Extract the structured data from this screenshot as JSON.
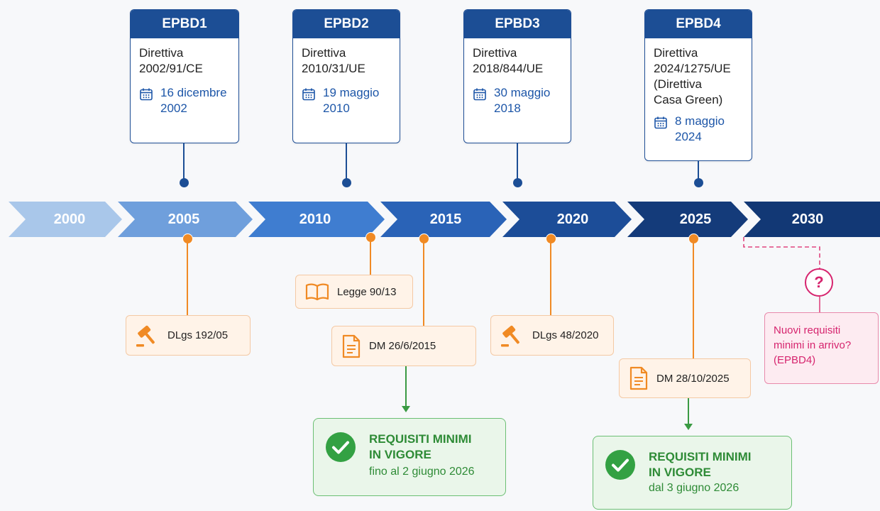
{
  "timeline": {
    "years": [
      "2000",
      "2005",
      "2010",
      "2015",
      "2020",
      "2025",
      "2030"
    ],
    "colors": [
      "#a9c7ea",
      "#6f9fdc",
      "#3f7dd0",
      "#2a63b7",
      "#1c4d98",
      "#143b7a",
      "#123875"
    ]
  },
  "epbd": [
    {
      "title": "EPBD1",
      "directive": "Direttiva\n2002/91/CE",
      "date": "16 dicembre\n2002"
    },
    {
      "title": "EPBD2",
      "directive": "Direttiva\n2010/31/UE",
      "date": "19 maggio\n2010"
    },
    {
      "title": "EPBD3",
      "directive": "Direttiva\n2018/844/UE",
      "date": "30 maggio\n2018"
    },
    {
      "title": "EPBD4",
      "directive": "Direttiva\n2024/1275/UE\n(Direttiva\nCasa Green)",
      "date": "8 maggio\n2024"
    }
  ],
  "laws": [
    {
      "label": "DLgs 192/05",
      "icon": "gavel-icon"
    },
    {
      "label": "Legge 90/13",
      "icon": "book-icon"
    },
    {
      "label": "DM 26/6/2015",
      "icon": "document-icon"
    },
    {
      "label": "DLgs 48/2020",
      "icon": "gavel-icon"
    },
    {
      "label": "DM 28/10/2025",
      "icon": "document-icon"
    }
  ],
  "requirements": [
    {
      "title": "REQUISITI MINIMI\nIN VIGORE",
      "subtitle": "fino al 2 giugno 2026"
    },
    {
      "title": "REQUISITI MINIMI\nIN VIGORE",
      "subtitle": "dal 3 giugno 2026"
    }
  ],
  "future": {
    "icon_text": "?",
    "text": "Nuovi requisiti\nminimi in arrivo?\n(EPBD4)"
  },
  "palette": {
    "navy": "#1c4e95",
    "orange": "#f08a24",
    "green": "#2e8b36",
    "pink": "#d6246e"
  }
}
